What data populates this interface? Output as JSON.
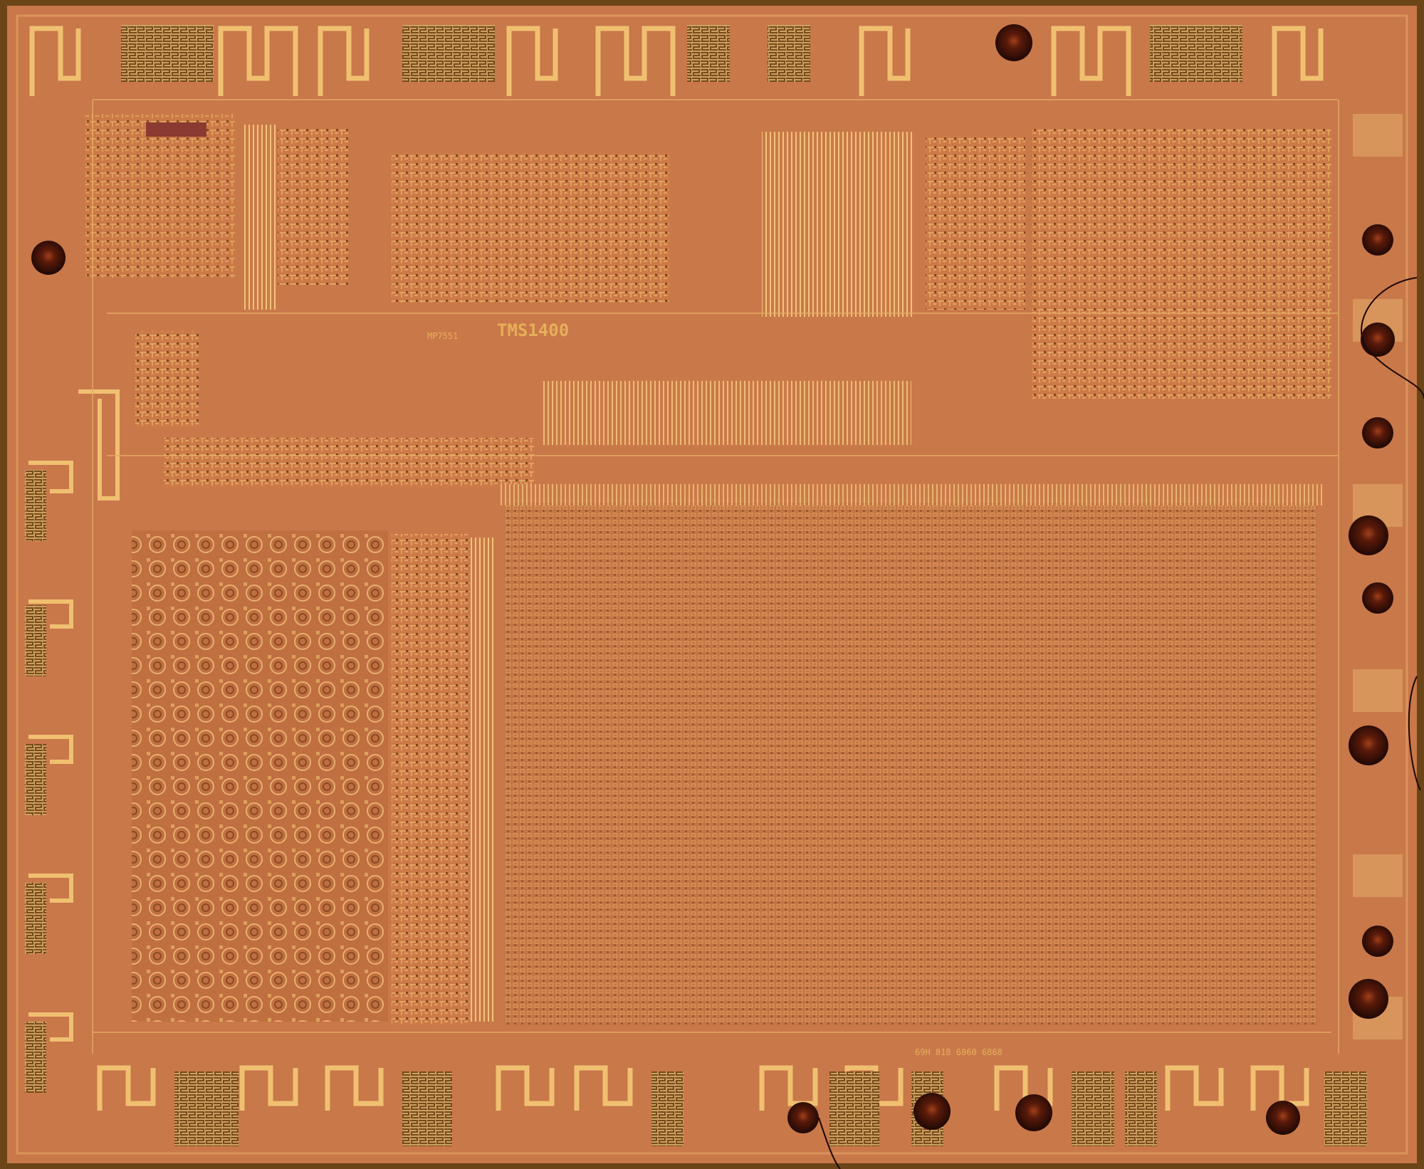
{
  "image": {
    "subject": "decapsulated microcontroller die photograph"
  },
  "die_markings": {
    "part_number": "TMS1400",
    "mask_code": "MP7551",
    "bottom_code": "69H 818 6860 6868"
  },
  "colors": {
    "substrate": "#c9784a",
    "substrate_light": "#d88c5c",
    "metal": "#f0c070",
    "metal_dark": "#8a5a2a",
    "edge": "#6b4418",
    "ball_bond": "#3a0f08"
  }
}
